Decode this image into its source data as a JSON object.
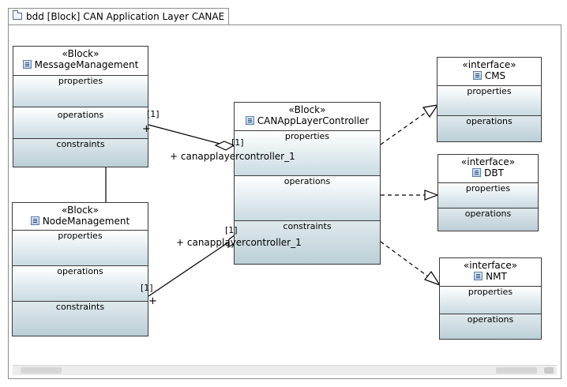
{
  "diagram": {
    "title": "bdd [Block] CAN Application Layer CANAE",
    "blocks": {
      "message_management": {
        "stereotype": "«Block»",
        "name": "MessageManagement",
        "sections": [
          "properties",
          "operations",
          "constraints"
        ]
      },
      "node_management": {
        "stereotype": "«Block»",
        "name": "NodeManagement",
        "sections": [
          "properties",
          "operations",
          "constraints"
        ]
      },
      "controller": {
        "stereotype": "«Block»",
        "name": "CANAppLayerController",
        "sections": [
          "properties",
          "operations",
          "constraints"
        ]
      },
      "cms": {
        "stereotype": "«interface»",
        "name": "CMS",
        "sections": [
          "properties",
          "operations"
        ]
      },
      "dbt": {
        "stereotype": "«interface»",
        "name": "DBT",
        "sections": [
          "properties",
          "operations"
        ]
      },
      "nmt": {
        "stereotype": "«interface»",
        "name": "NMT",
        "sections": [
          "properties",
          "operations"
        ]
      }
    },
    "associations": {
      "a1": {
        "role": "+ canapplayercontroller_1",
        "mult_source": "[1]",
        "mult_target": "[1]",
        "plus": "+"
      },
      "a2": {
        "role": "+ canapplayercontroller_1",
        "mult_source": "[1]",
        "mult_target": "[1]",
        "plus": "+"
      }
    }
  },
  "colors": {
    "section_gradient_top": "#ffffff",
    "section_gradient_bottom": "#c9dbe2",
    "border": "#3a3a3a",
    "frame": "#8c8c8c"
  }
}
